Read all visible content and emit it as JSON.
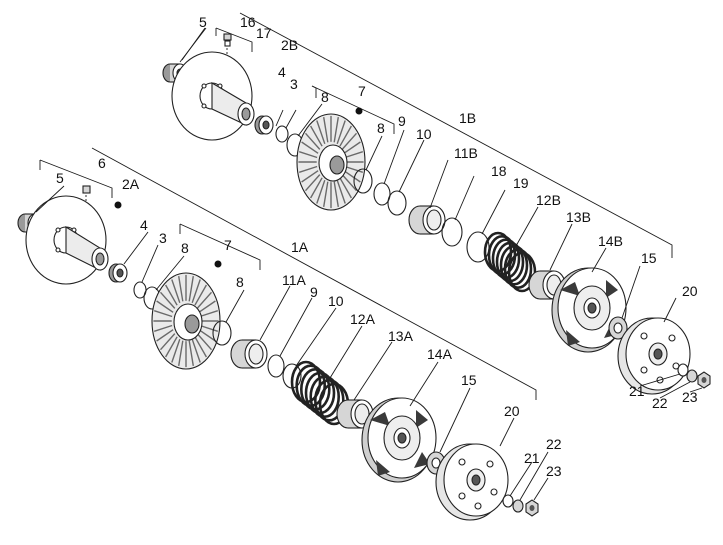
{
  "colors": {
    "ink": "#1a1a1a",
    "part_fill": "#ffffff",
    "metal": "#d6d6d6",
    "shade": "#9a9a9a",
    "dark": "#555555"
  },
  "labels_top": [
    "5",
    "16",
    "17",
    "2B",
    "4",
    "3",
    "7",
    "8",
    "8",
    "9",
    "10",
    "1B",
    "11B",
    "18",
    "19",
    "12B",
    "13B",
    "14B",
    "15"
  ],
  "labels_bottom": [
    "6",
    "5",
    "2A",
    "4",
    "3",
    "8",
    "7",
    "8",
    "1A",
    "11A",
    "9",
    "10",
    "12A",
    "13A",
    "14A",
    "15"
  ],
  "labels_right": [
    "20",
    "21",
    "22",
    "23"
  ],
  "labels_bottom_right": [
    "20",
    "22",
    "21",
    "23"
  ]
}
